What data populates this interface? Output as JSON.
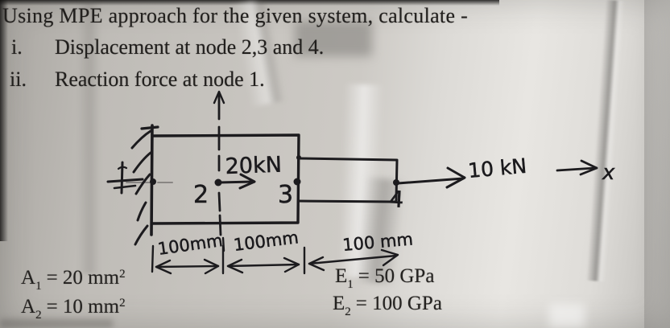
{
  "problem": {
    "title": "Using MPE approach for the given system, calculate -",
    "items": [
      {
        "marker": "i.",
        "text": "Displacement at node 2,3 and 4."
      },
      {
        "marker": "ii.",
        "text": "Reaction force at node 1."
      }
    ]
  },
  "diagram": {
    "node2_label": "2",
    "node3_label": "3",
    "node4_label": "4",
    "force_at_node2": "20kN",
    "force_at_node4": "10 kN",
    "axis_label": "x",
    "dim1": "100mm",
    "dim2": "100mm",
    "dim3": "100 mm"
  },
  "given": {
    "a1": {
      "sym": "A",
      "sub": "1",
      "val": "= 20 mm",
      "sup": "2"
    },
    "a2": {
      "sym": "A",
      "sub": "2",
      "val": "= 10 mm",
      "sup": "2"
    },
    "e1": {
      "sym": "E",
      "sub": "1",
      "val": "= 50 GPa"
    },
    "e2": {
      "sym": "E",
      "sub": "2",
      "val": "= 100 GPa"
    }
  },
  "colors": {
    "ink": "#1c1b1e",
    "print": "#242220",
    "paper_light": "#e8e6e2",
    "paper_dark": "#a9a6a1"
  }
}
